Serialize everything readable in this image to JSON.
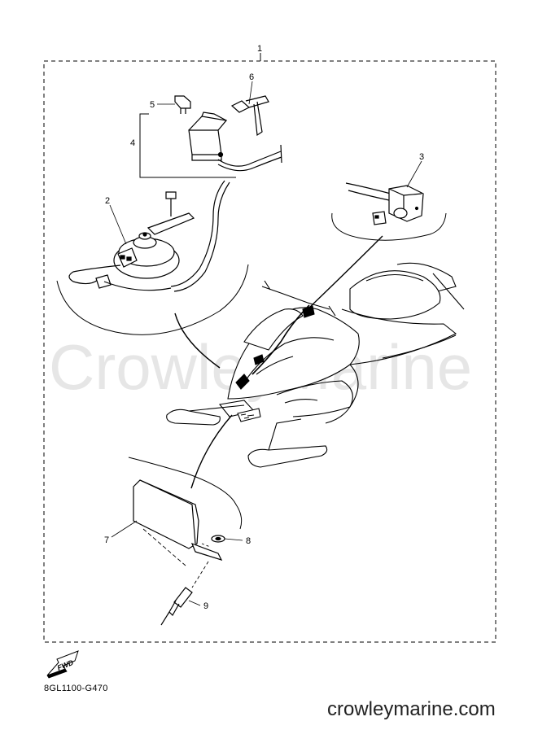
{
  "watermark": "CrowleyMarine",
  "callouts": {
    "c1": "1",
    "c2": "2",
    "c3": "3",
    "c4": "4",
    "c5": "5",
    "c6": "6",
    "c7": "7",
    "c8": "8",
    "c9": "9"
  },
  "fwd_label": "FWD",
  "part_code": "8GL1100-G470",
  "site_url": "crowleymarine.com",
  "icons": {
    "fwd": "fwd-arrow-icon"
  }
}
